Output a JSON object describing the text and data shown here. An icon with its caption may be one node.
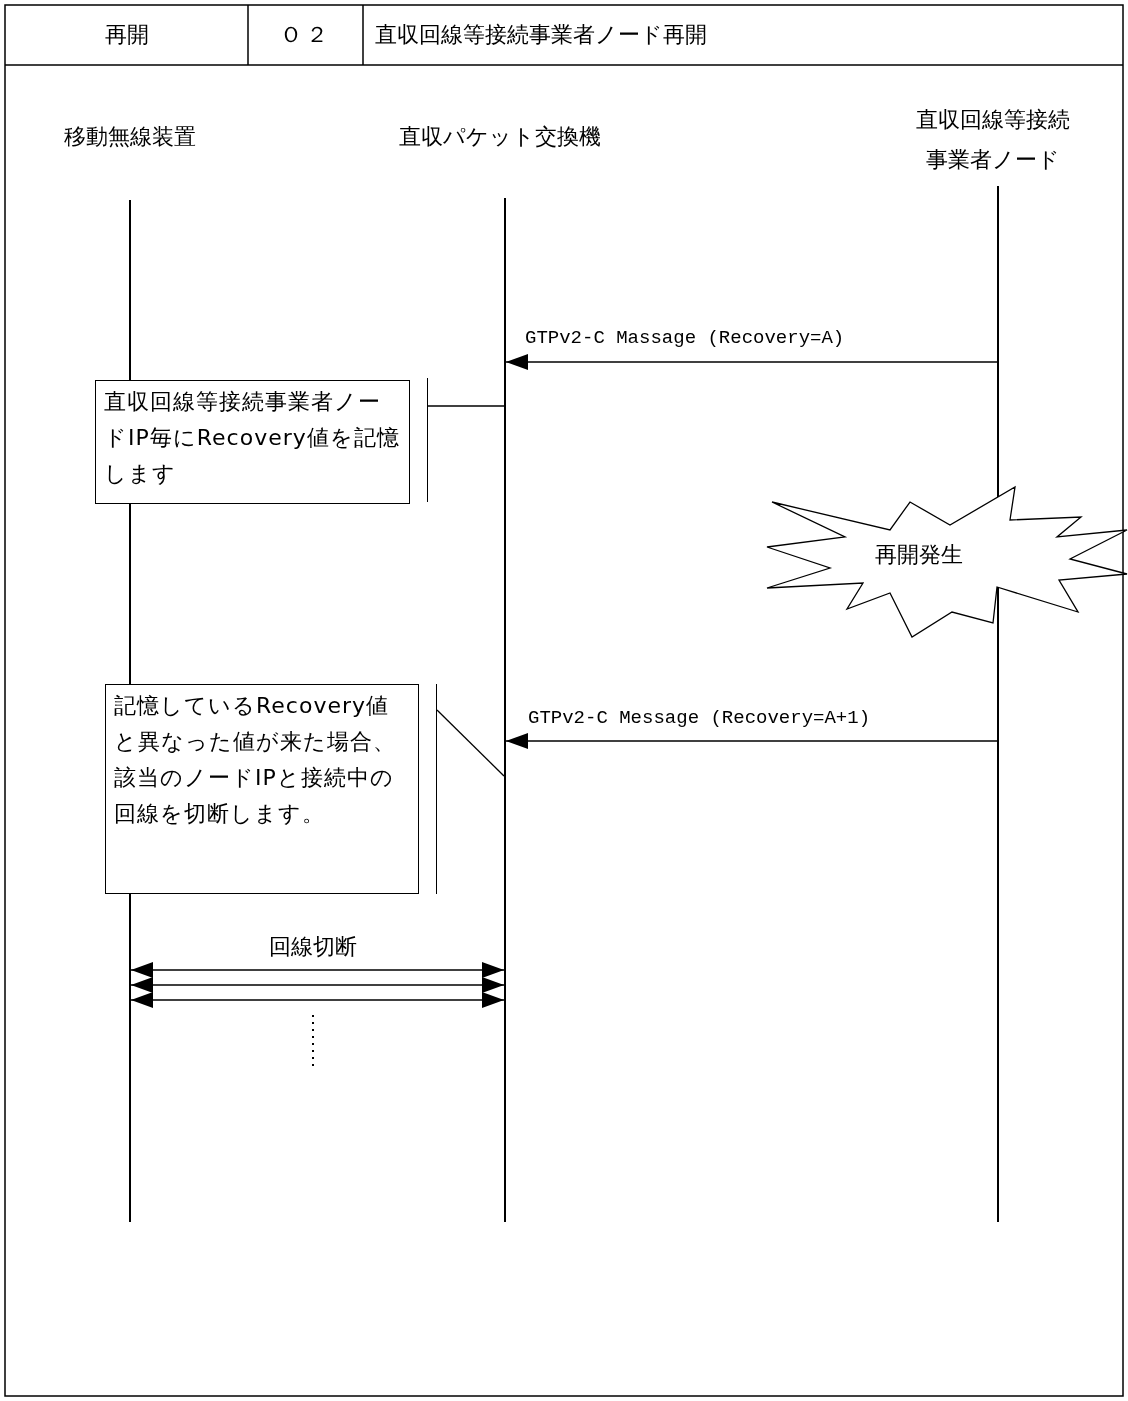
{
  "diagram": {
    "nodes": [
      {
        "text": [
          "移動無線装置"
        ]
      },
      {
        "text": [
          "直収パケット交換機"
        ]
      },
      {
        "text": [
          "直収回線等接続事業者ノード"
        ]
      },
      {
        "text": [
          "直収回線等接続事業者ノードIP毎にRecovery値を記憶します"
        ]
      },
      {
        "text": [
          "再開発生"
        ]
      },
      {
        "text": [
          "記憶しているRecovery値と異なった値が来た場合、該当のノードIPと接続中の回線を切断します。"
        ]
      }
    ],
    "edges": [
      {
        "from": 2,
        "to": 1,
        "arrow": "to",
        "label": "GTPv2-C Massage (Recovery=A)"
      },
      {
        "from": 3,
        "to": 1,
        "arrow": "none"
      },
      {
        "from": 2,
        "to": 1,
        "arrow": "to",
        "label": "GTPv2-C Message (Recovery=A+1)"
      },
      {
        "from": 5,
        "to": 1,
        "arrow": "none"
      },
      {
        "from": 1,
        "to": 0,
        "arrow": "both",
        "label": "回線切断"
      },
      {
        "from": 1,
        "to": 0,
        "arrow": "both"
      },
      {
        "from": 1,
        "to": 0,
        "arrow": "both"
      }
    ],
    "labels": [
      "再開",
      "Ｏ２",
      "直収回線等接続事業者ノード再開"
    ]
  }
}
